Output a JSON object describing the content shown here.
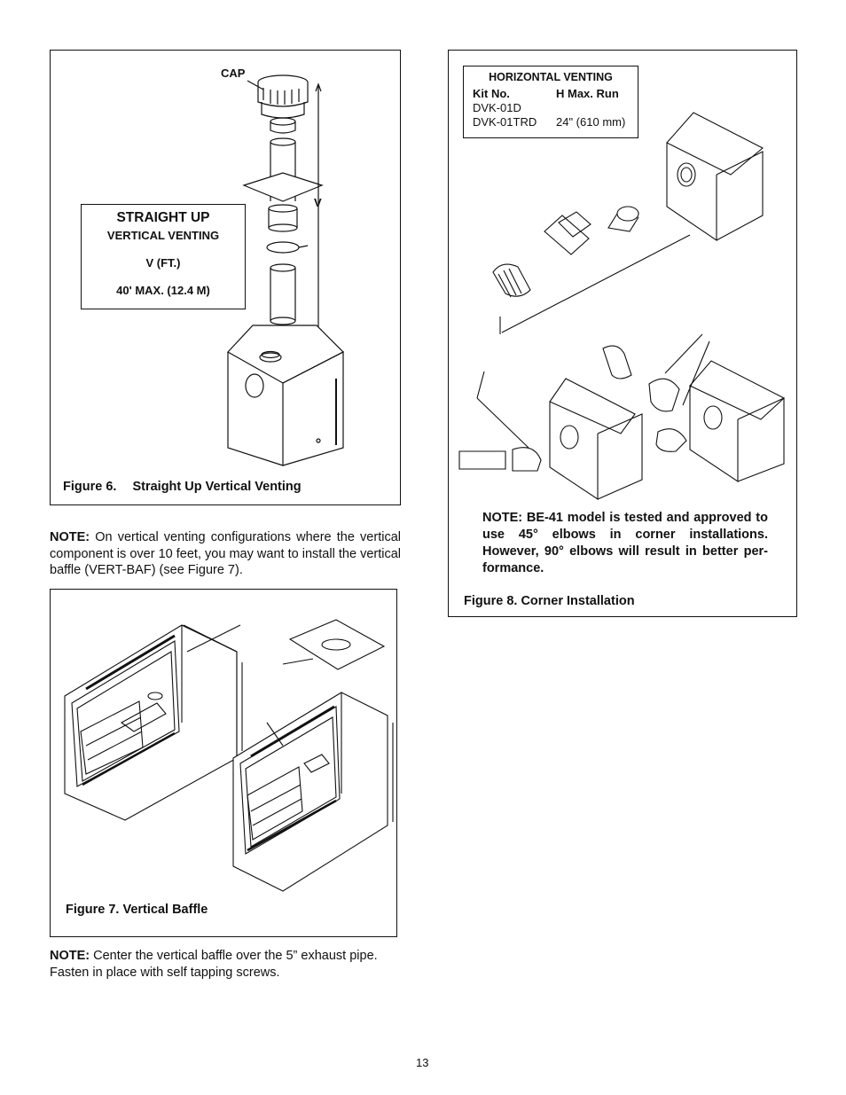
{
  "figure6": {
    "cap_label": "CAP",
    "v_label": "V",
    "box": {
      "title": "STRAIGHT UP",
      "subtitle": "VERTICAL VENTING",
      "unit": "V (FT.)",
      "max": "40' MAX. (12.4 M)"
    },
    "caption_num": "Figure 6.",
    "caption_text": "Straight Up Vertical Venting"
  },
  "note1": {
    "label": "NOTE:",
    "text": " On vertical venting configurations where the vertical component is over 10 feet, you may want to install the vertical baffle  (VERT-BAF) (see Figure 7)."
  },
  "figure7": {
    "caption": "Figure 7.  Vertical Baffle"
  },
  "note2": {
    "label": "NOTE:",
    "text": " Center the vertical baffle over the 5” exhaust pipe. Fasten in place with self tapping screws."
  },
  "figure8": {
    "table": {
      "title": "HORIZONTAL VENTING",
      "col1": "Kit No.",
      "col2": "H Max. Run",
      "rows": [
        {
          "kit": "DVK-01D",
          "run": ""
        },
        {
          "kit": "DVK-01TRD",
          "run": "24\" (610 mm)"
        }
      ]
    },
    "note": "NOTE: BE-41 model is tested and approved to use 45° elbows in corner installations. However, 90° elbows will result in better per-formance.",
    "caption": "Figure 8. Corner Installation"
  },
  "page_number": "13"
}
